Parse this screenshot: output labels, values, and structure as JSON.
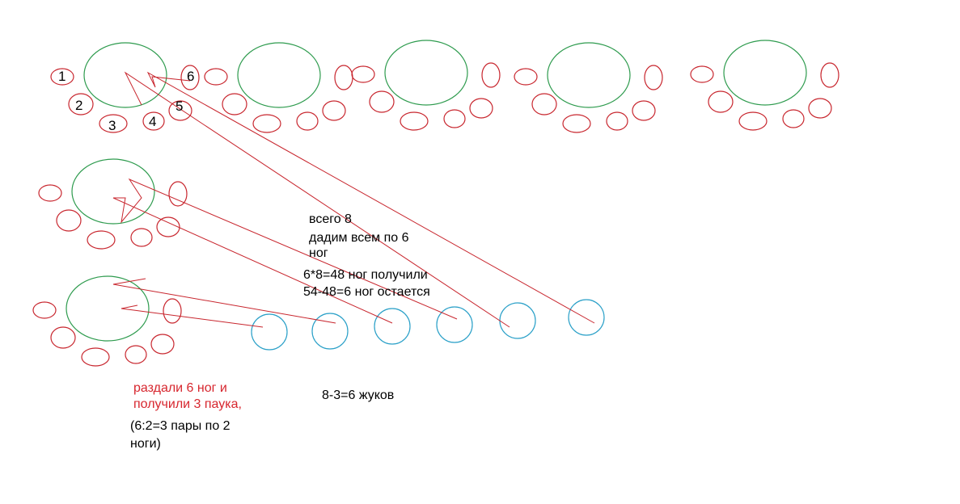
{
  "colors": {
    "body": "#2e9b4e",
    "leg": "#c8262e",
    "arrow": "#c8262e",
    "beetle": "#2aa0c8",
    "highlight_text": "#d7262e"
  },
  "leg_numbers": [
    "1",
    "2",
    "3",
    "4",
    "5",
    "6"
  ],
  "notes": {
    "total_line1": "всего 8",
    "total_line2": "дадим всем по 6",
    "total_line3": "ног",
    "calc1": "6*8=48 ног получили",
    "calc2": "54-48=6 ног остается",
    "spiders_line1": "раздали 6 ног и",
    "spiders_line2": "получили 3 паука,",
    "pairs_line1": "(6:2=3 пары по 2",
    "pairs_line2": "ноги)",
    "beetles": "8-3=6 жуков"
  },
  "counts": {
    "total_bugs": 8,
    "spiders": 3,
    "beetle_circles": 6
  }
}
